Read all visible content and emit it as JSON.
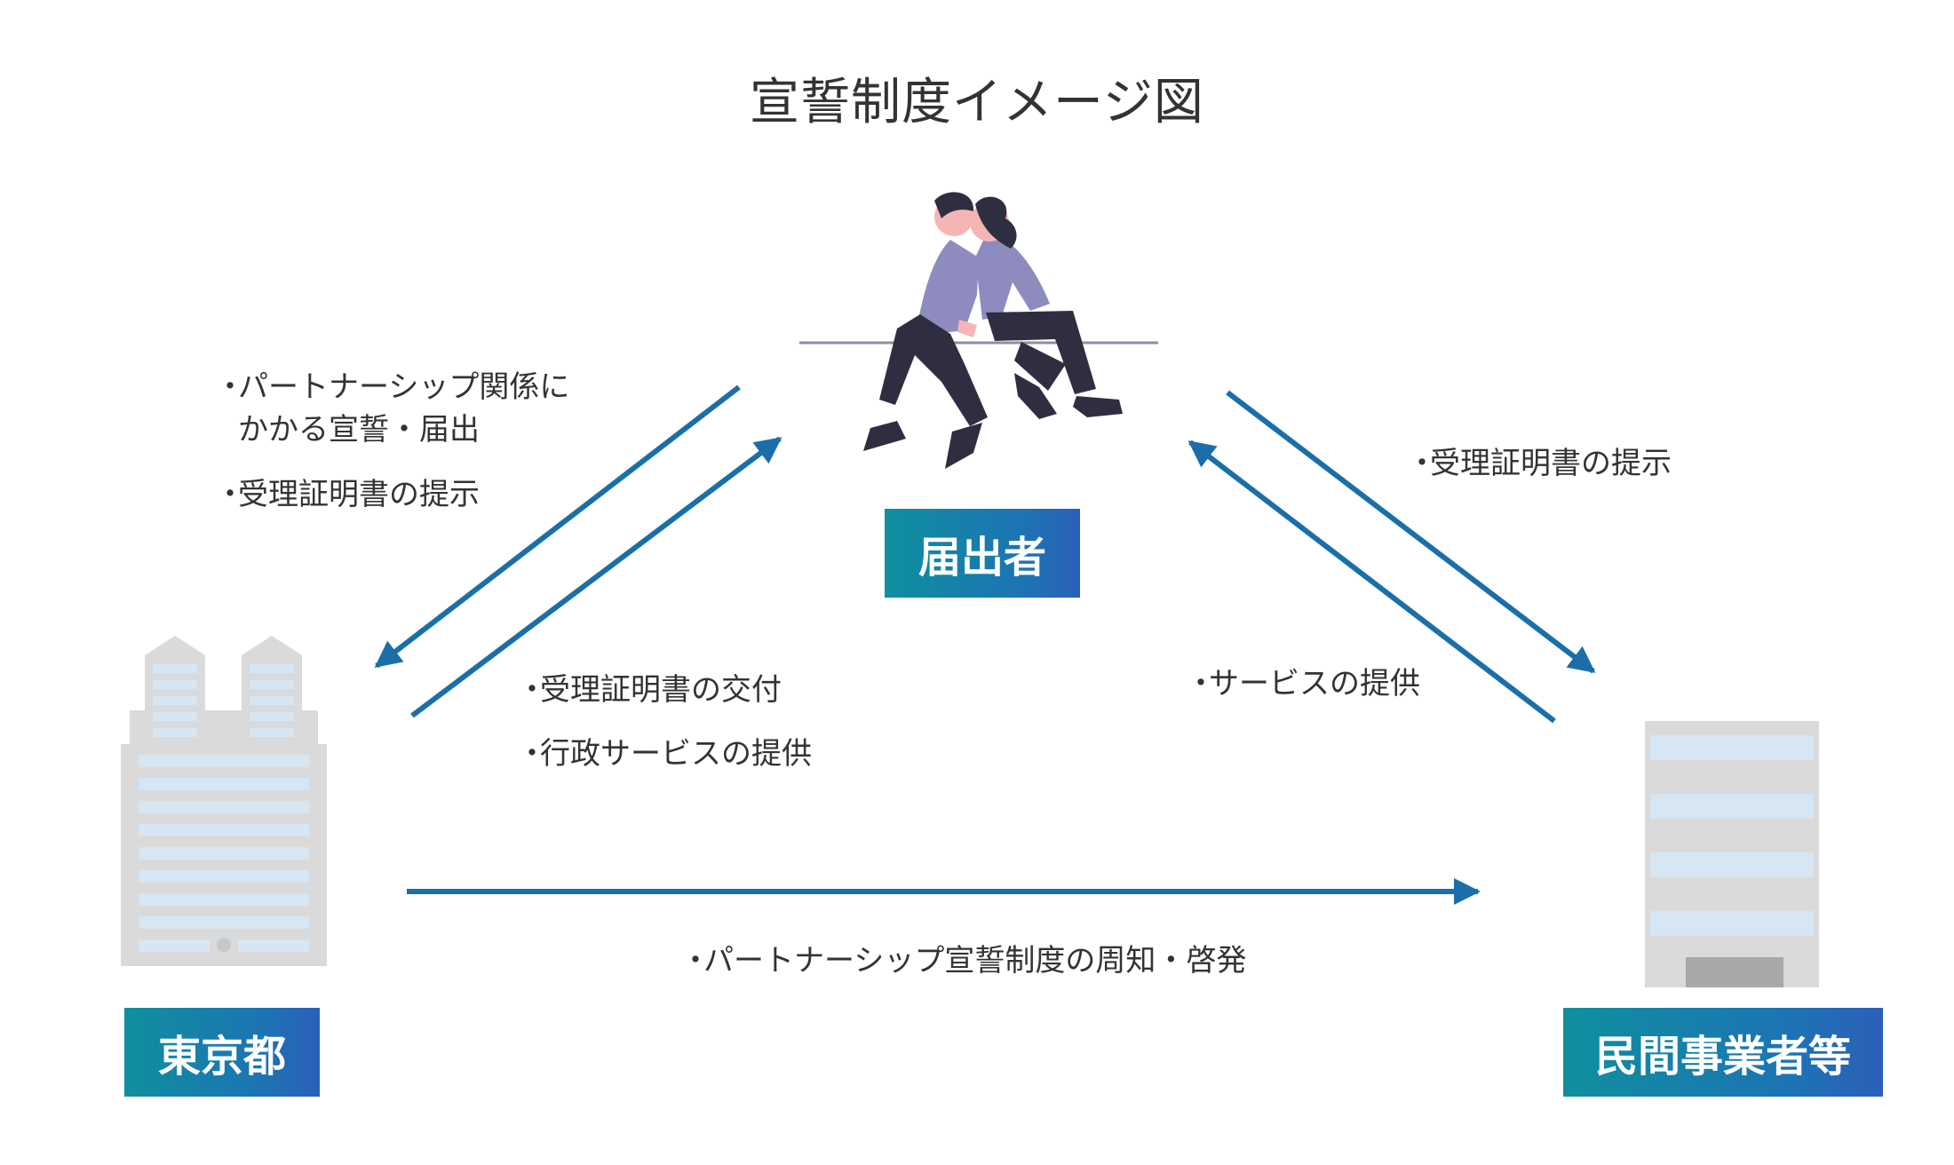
{
  "title": "宣誓制度イメージ図",
  "nodes": {
    "filer": "届出者",
    "tokyo": "東京都",
    "business": "民間事業者等"
  },
  "notes": {
    "filer_to_tokyo": {
      "line1": "パートナーシップ関係に",
      "line2": "かかる宣誓・届出",
      "line3": "受理証明書の提示"
    },
    "filer_to_business": "受理証明書の提示",
    "tokyo_to_filer": {
      "line1": "受理証明書の交付",
      "line2": "行政サービスの提供"
    },
    "business_to_filer": "サービスの提供",
    "tokyo_to_business": "パートナーシップ宣誓制度の周知・啓発"
  },
  "bullet": "・",
  "colors": {
    "arrow": "#1a6fa8",
    "label_gradient_start": "#0f8f9e",
    "label_gradient_end": "#2c5fb8",
    "building_gray": "#dadada",
    "window_blue": "#d6e6f2",
    "person_purple": "#8e8bbf",
    "person_dark": "#2f2e41"
  },
  "icons": {
    "filer": "two-people-sitting-back-to-back",
    "tokyo": "twin-tower-government-building",
    "business": "office-building"
  }
}
